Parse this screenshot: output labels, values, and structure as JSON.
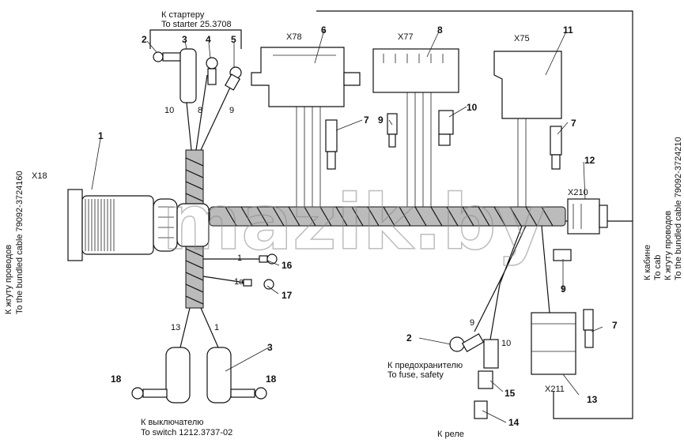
{
  "watermark": "mazik.by",
  "connectors": {
    "x18": "X18",
    "x78": "X78",
    "x77": "X77",
    "x75": "X75",
    "x210": "X210",
    "x211": "X211"
  },
  "captions": {
    "starter_ru": "К стартеру",
    "starter_en": "To starter 25.3708",
    "bundle_left_ru": "К жгуту проводов",
    "bundle_left_en": "To the bundled cable 79092-3724160",
    "cab_ru": "К кабине",
    "cab_en": "To cab",
    "bundle_right_ru": "К жгуту проводов",
    "bundle_right_en": "To the bundled cable 79092-3724210",
    "fuse_ru": "К предохранителю",
    "fuse_en": "To fuse, safety",
    "relay_ru": "К реле",
    "switch_ru": "К выключателю",
    "switch_en": "To switch 1212.3737-02"
  },
  "callouts": {
    "c2a": "2",
    "c3a": "3",
    "c4": "4",
    "c5": "5",
    "c6": "6",
    "c8": "8",
    "c11": "11",
    "c7a": "7",
    "c9a": "9",
    "c10a": "10",
    "c7b": "7",
    "c1": "1",
    "c12": "12",
    "c16": "16",
    "c17": "17",
    "c9b": "9",
    "c3b": "3",
    "c18a": "18",
    "c18b": "18",
    "c2b": "2",
    "c7c": "7",
    "c15": "15",
    "c13": "13",
    "c14": "14"
  },
  "wires": {
    "w10a": "10",
    "w8": "8",
    "w9a": "9",
    "w1a": "1",
    "w1b": "1a",
    "w13": "13",
    "w1c": "1",
    "w9b": "9",
    "w10b": "10"
  }
}
